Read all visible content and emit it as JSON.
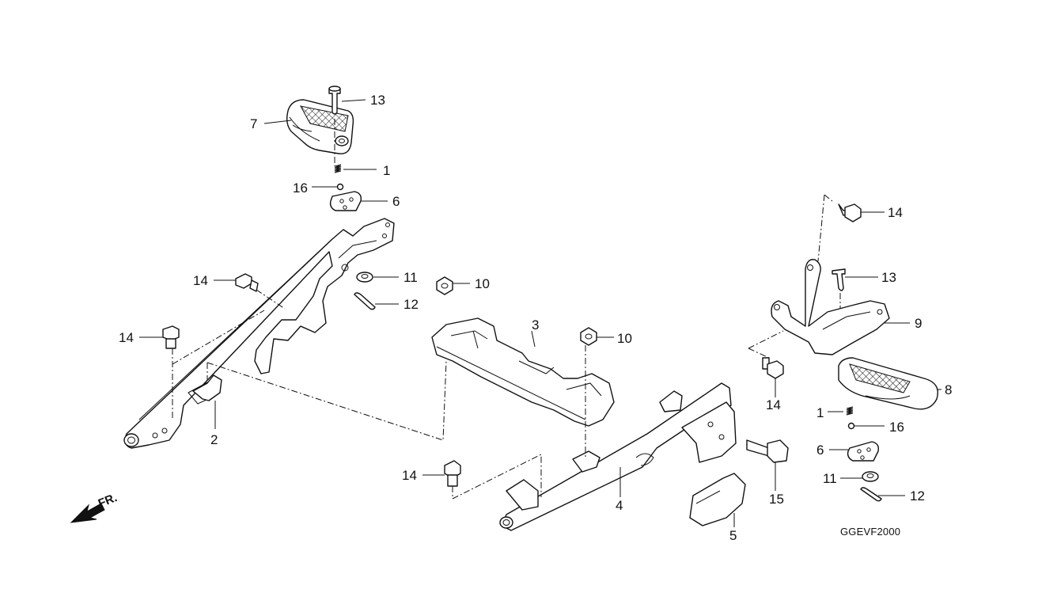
{
  "diagram_code": "GGEVF2000",
  "direction_label": "FR.",
  "parts": [
    {
      "id": "1",
      "label": "1"
    },
    {
      "id": "2",
      "label": "2"
    },
    {
      "id": "3",
      "label": "3"
    },
    {
      "id": "4",
      "label": "4"
    },
    {
      "id": "5",
      "label": "5"
    },
    {
      "id": "6",
      "label": "6"
    },
    {
      "id": "7",
      "label": "7"
    },
    {
      "id": "8",
      "label": "8"
    },
    {
      "id": "9",
      "label": "9"
    },
    {
      "id": "10",
      "label": "10"
    },
    {
      "id": "11",
      "label": "11"
    },
    {
      "id": "12",
      "label": "12"
    },
    {
      "id": "13",
      "label": "13"
    },
    {
      "id": "14",
      "label": "14"
    },
    {
      "id": "15",
      "label": "15"
    },
    {
      "id": "16",
      "label": "16"
    }
  ]
}
